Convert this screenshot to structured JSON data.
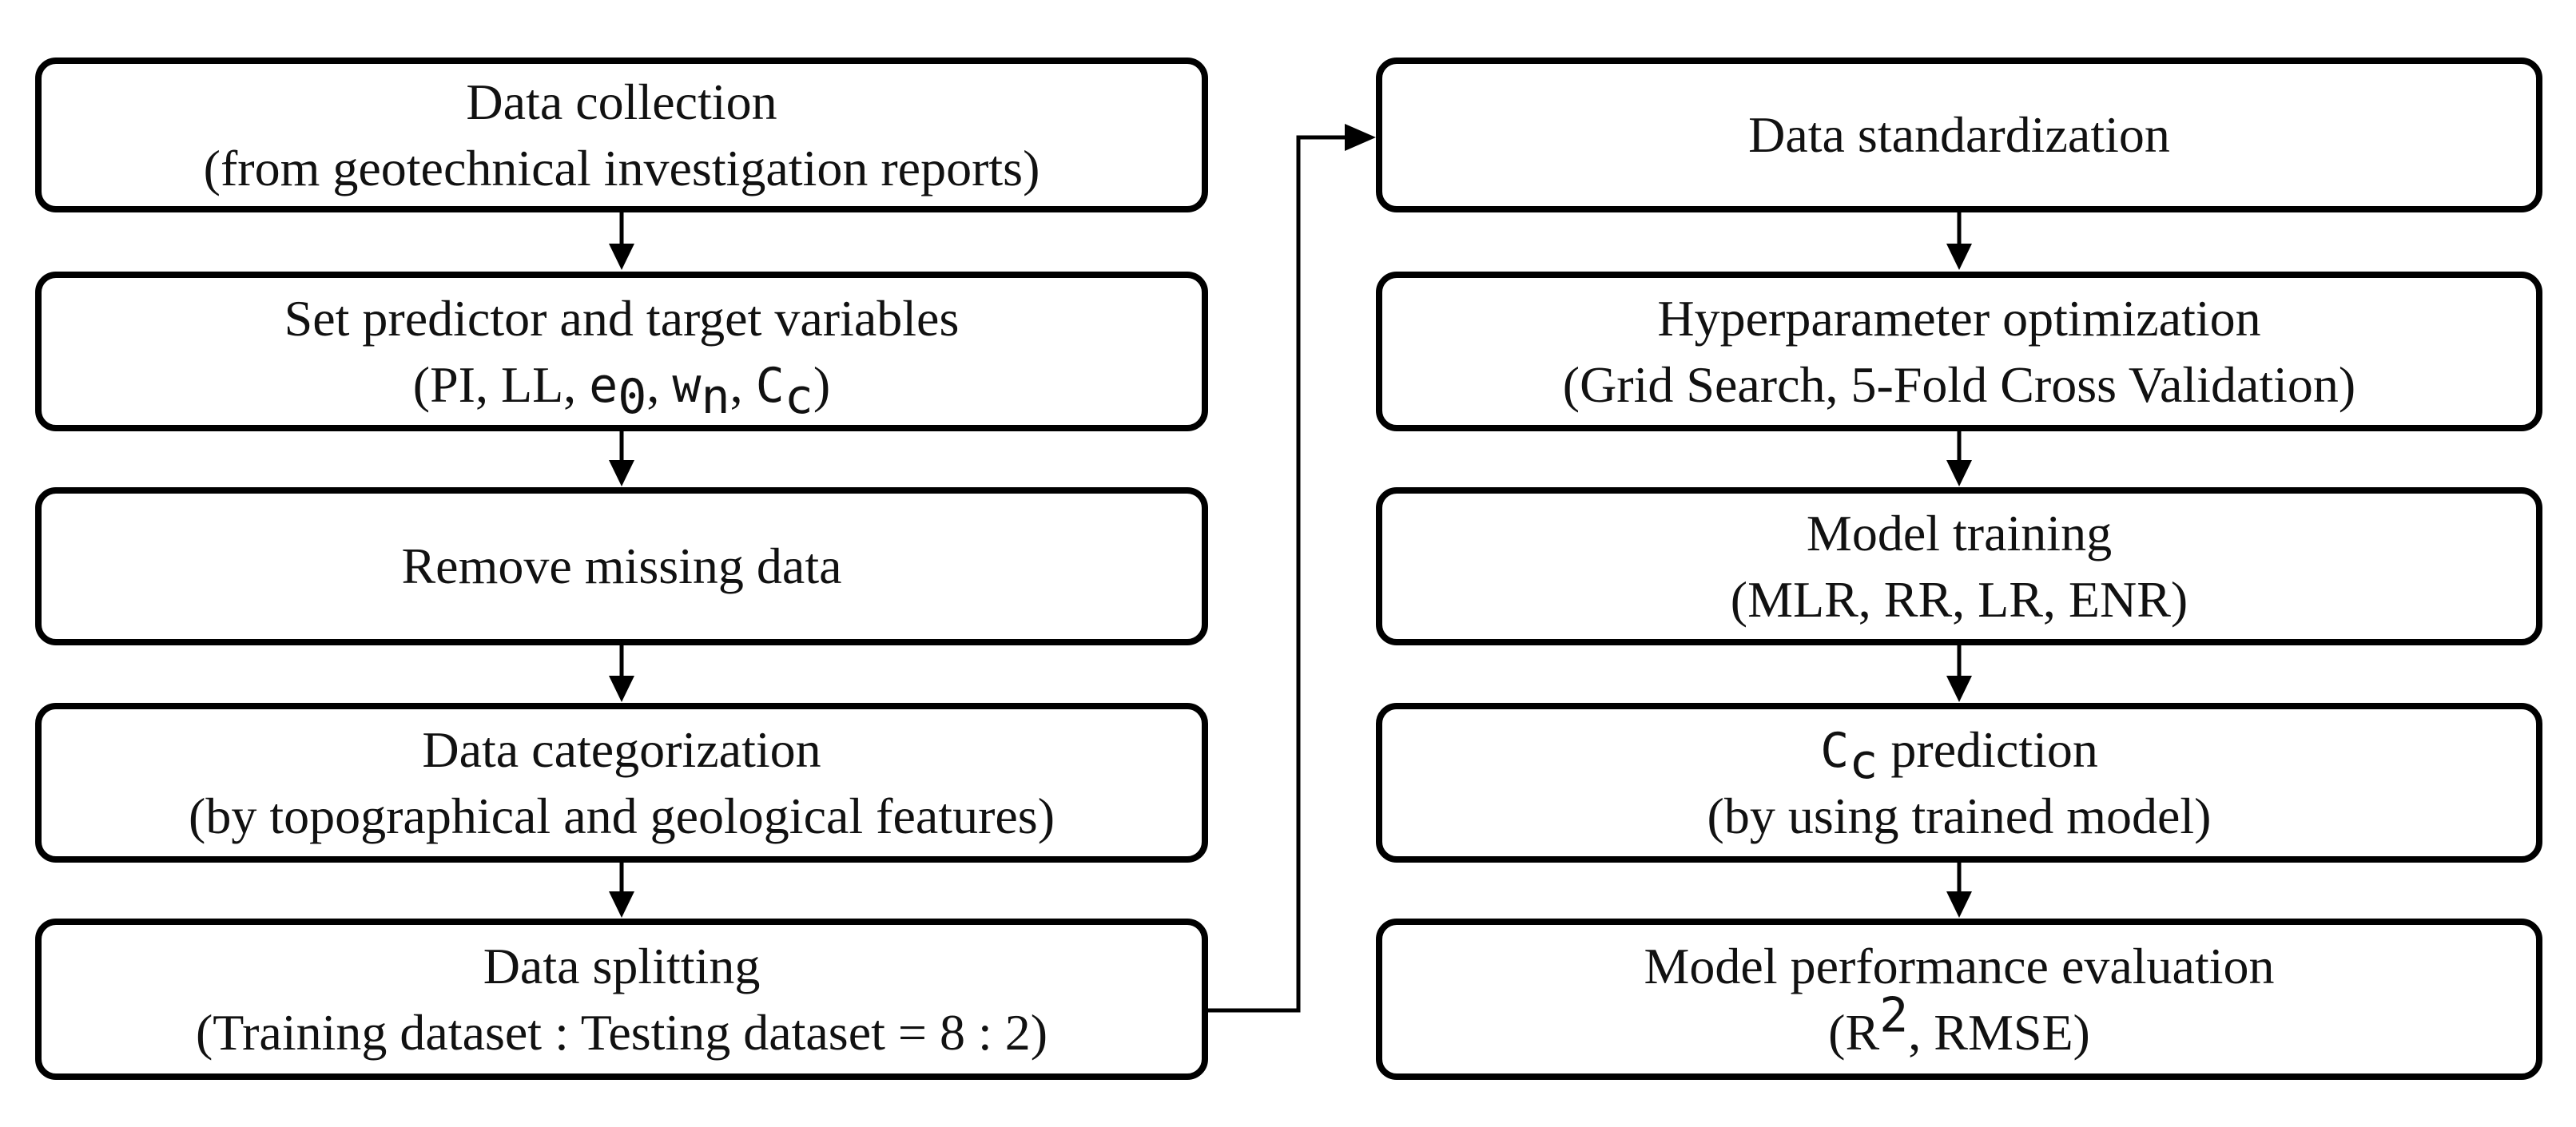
{
  "left_column": [
    {
      "line1": "Data collection",
      "line2": "(from geotechnical investigation reports)"
    },
    {
      "line1": "Set predictor and target variables",
      "line2_parts": {
        "open": "(PI, LL, ",
        "e_base": "e",
        "e_sub": "0",
        "sep1": ", ",
        "w_base": "w",
        "w_sub": "n",
        "sep2": ", ",
        "c_base": "C",
        "c_sub": "c",
        "close": ")"
      }
    },
    {
      "line1": "Remove missing data"
    },
    {
      "line1": "Data categorization",
      "line2": "(by topographical and geological features)"
    },
    {
      "line1": "Data splitting",
      "line2": "(Training dataset : Testing dataset = 8 : 2)"
    }
  ],
  "right_column": [
    {
      "line1": "Data standardization"
    },
    {
      "line1": "Hyperparameter optimization",
      "line2": "(Grid Search, 5-Fold Cross Validation)"
    },
    {
      "line1": "Model training",
      "line2": "(MLR, RR, LR, ENR)"
    },
    {
      "line1_parts": {
        "c_base": "C",
        "c_sub": "c",
        "rest": " prediction"
      },
      "line2": "(by using trained model)"
    },
    {
      "line1": "Model performance evaluation",
      "line2_parts": {
        "open": "(R",
        "sup": "2",
        "rest": ", RMSE)"
      }
    }
  ]
}
